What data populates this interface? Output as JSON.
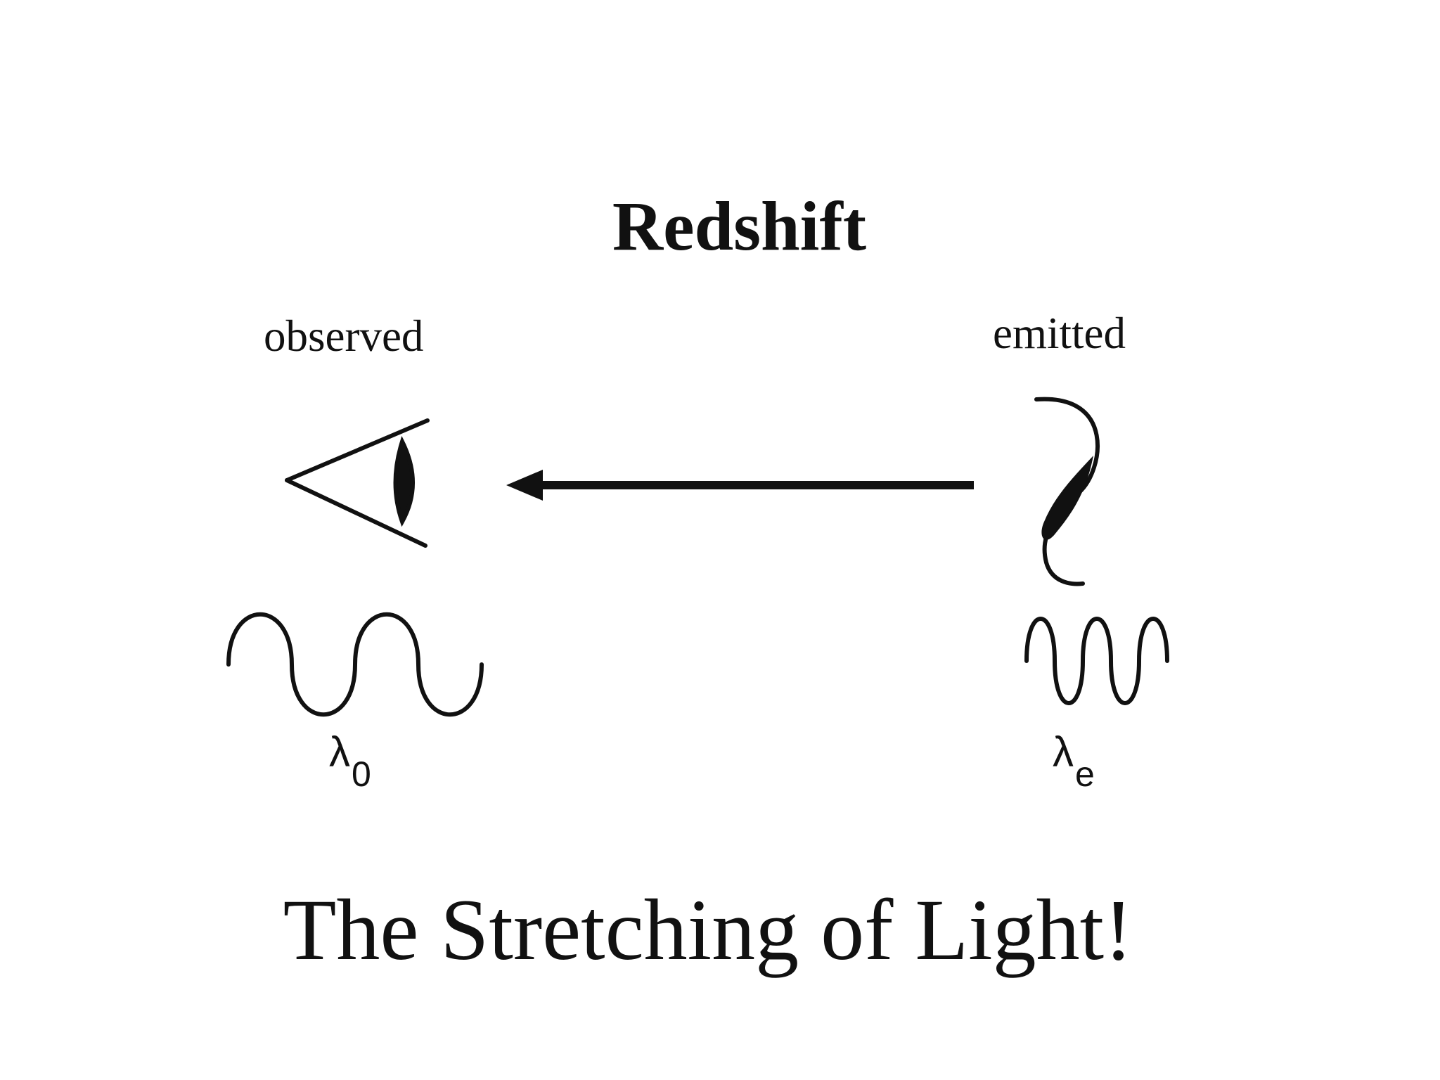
{
  "diagram": {
    "title": "Redshift",
    "observed_label": "observed",
    "emitted_label": "emitted",
    "observed_wavelength": {
      "symbol": "λ",
      "subscript": "0"
    },
    "emitted_wavelength": {
      "symbol": "λ",
      "subscript": "e"
    },
    "caption": "The Stretching of Light!"
  },
  "icons": {
    "observer": "eye-icon",
    "source": "light-source-icon",
    "direction": "arrow-left-icon"
  },
  "colors": {
    "ink": "#111111",
    "background": "#ffffff"
  }
}
